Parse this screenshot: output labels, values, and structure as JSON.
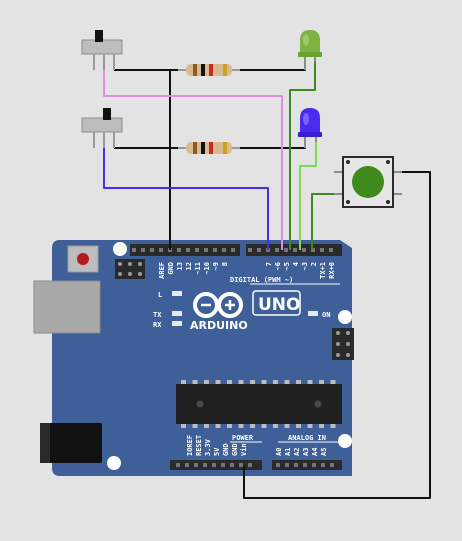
{
  "board": {
    "brand": "ARDUINO",
    "model": "UNO",
    "color": "#3e5f98",
    "top_header_title": "DIGITAL (PWM ~)",
    "top_pins": [
      "AREF",
      "GND",
      "13",
      "12",
      "~11",
      "~10",
      "~9",
      "8",
      "7",
      "~6",
      "~5",
      "4",
      "~3",
      "2",
      "TX+1",
      "RX+0"
    ],
    "power_title": "POWER",
    "power_pins": [
      "IOREF",
      "RESET",
      "3.3V",
      "5V",
      "GND",
      "GND",
      "Vin"
    ],
    "analog_title": "ANALOG IN",
    "analog_pins": [
      "A0",
      "A1",
      "A2",
      "A3",
      "A4",
      "A5"
    ],
    "led_labels": [
      "L",
      "TX",
      "RX"
    ],
    "on_label": "ON"
  },
  "components": {
    "switches": [
      {
        "name": "slide-switch-1"
      },
      {
        "name": "slide-switch-2"
      }
    ],
    "resistors": [
      {
        "name": "resistor-1",
        "bands": [
          "#8b5a2b",
          "#111111",
          "#d0271d",
          "#c9a227"
        ]
      },
      {
        "name": "resistor-2",
        "bands": [
          "#8b5a2b",
          "#111111",
          "#d0271d",
          "#c9a227"
        ]
      }
    ],
    "leds": [
      {
        "name": "led-green",
        "color": "#7cb342"
      },
      {
        "name": "led-blue",
        "color": "#4a2cf0"
      }
    ],
    "pushbutton": {
      "name": "pushbutton",
      "cap_color": "#3f8a1c"
    }
  },
  "wire_colors": {
    "black": "#111111",
    "pink": "#e08ce4",
    "purple": "#4a2cf0",
    "dark_green": "#3c8a1e",
    "light_green": "#7ed957"
  }
}
